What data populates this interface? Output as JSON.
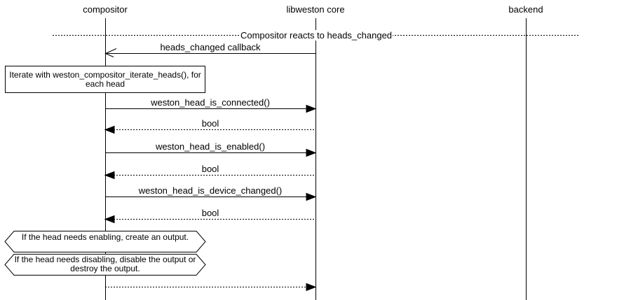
{
  "diagram": {
    "type": "sequence-diagram",
    "colors": {
      "foreground": "#000000",
      "background": "#ffffff"
    },
    "actors": [
      {
        "label": "compositor"
      },
      {
        "label": "libweston core"
      },
      {
        "label": "backend"
      }
    ],
    "divider": {
      "label": "Compositor reacts to heads_changed"
    },
    "note": {
      "text": "Iterate with weston_compositor_iterate_heads(), for each head"
    },
    "messages": [
      {
        "label": "heads_changed callback",
        "from": "libweston core",
        "to": "compositor",
        "line": "solid",
        "arrow": "open"
      },
      {
        "label": "weston_head_is_connected()",
        "from": "compositor",
        "to": "libweston core",
        "line": "solid",
        "arrow": "filled"
      },
      {
        "label": "bool",
        "from": "libweston core",
        "to": "compositor",
        "line": "dotted",
        "arrow": "filled"
      },
      {
        "label": "weston_head_is_enabled()",
        "from": "compositor",
        "to": "libweston core",
        "line": "solid",
        "arrow": "filled"
      },
      {
        "label": "bool",
        "from": "libweston core",
        "to": "compositor",
        "line": "dotted",
        "arrow": "filled"
      },
      {
        "label": "weston_head_is_device_changed()",
        "from": "compositor",
        "to": "libweston core",
        "line": "solid",
        "arrow": "filled"
      },
      {
        "label": "bool",
        "from": "libweston core",
        "to": "compositor",
        "line": "dotted",
        "arrow": "filled"
      },
      {
        "label": "",
        "from": "compositor",
        "to": "libweston core",
        "line": "dotted",
        "arrow": "filled"
      }
    ],
    "conditions": [
      {
        "text": "If the head needs enabling, create an output."
      },
      {
        "text": "If the head needs disabling, disable the output or destroy the output."
      }
    ]
  }
}
